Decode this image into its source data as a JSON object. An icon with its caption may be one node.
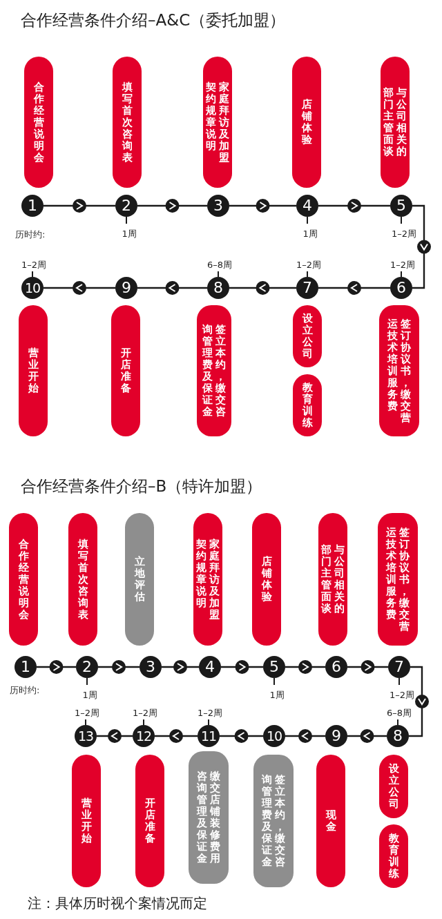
{
  "diagram": {
    "title": "合作经营条件介绍–A&C（委托加盟）",
    "nodes": [
      {
        "text": [
          "合作经营说明会"
        ]
      },
      {
        "text": [
          "填写首次咨询表"
        ]
      },
      {
        "text": [
          "家庭拜访及加盟契约规章说明"
        ]
      },
      {
        "text": [
          "店铺体验"
        ]
      },
      {
        "text": [
          "与公司相关的部门主管面谈"
        ]
      },
      {
        "text": [
          "1"
        ]
      },
      {
        "text": [
          "2"
        ],
        "beside": [
          "1周"
        ]
      },
      {
        "text": [
          "3"
        ]
      },
      {
        "text": [
          "4"
        ],
        "beside": [
          "1周"
        ]
      },
      {
        "text": [
          "5"
        ],
        "beside": [
          "1–2周"
        ]
      },
      {
        "text": [
          "10"
        ],
        "beside": [
          "1–2周"
        ]
      },
      {
        "text": [
          "9"
        ]
      },
      {
        "text": [
          "8"
        ],
        "beside": [
          "6–8周"
        ]
      },
      {
        "text": [
          "7"
        ],
        "beside": [
          "1–2周"
        ]
      },
      {
        "text": [
          "6"
        ],
        "beside": [
          "1–2周"
        ]
      },
      {
        "text": [
          "营业开始"
        ]
      },
      {
        "text": [
          "开店准备"
        ]
      },
      {
        "text": [
          "签立本约，缴交咨询管理费及保证金"
        ]
      },
      {
        "text": [
          "设立公司"
        ]
      },
      {
        "text": [
          "教育训练"
        ]
      },
      {
        "text": [
          "签订协议书，缴交营运技术培训服务费"
        ]
      },
      {
        "text": [
          "合作经营说明会"
        ]
      },
      {
        "text": [
          "填写首次咨询表"
        ]
      },
      {
        "text": [
          "立地评估"
        ]
      },
      {
        "text": [
          "家庭拜访及加盟契约规章说明"
        ]
      },
      {
        "text": [
          "店铺体验"
        ]
      },
      {
        "text": [
          "与公司相关的部门主管面谈"
        ]
      },
      {
        "text": [
          "签订协议书，缴交营运技术培训服务费"
        ]
      },
      {
        "text": [
          "1"
        ]
      },
      {
        "text": [
          "2"
        ],
        "beside": [
          "1周"
        ]
      },
      {
        "text": [
          "3"
        ]
      },
      {
        "text": [
          "4"
        ]
      },
      {
        "text": [
          "5"
        ],
        "beside": [
          "1周"
        ]
      },
      {
        "text": [
          "6"
        ]
      },
      {
        "text": [
          "7"
        ],
        "beside": [
          "1–2周"
        ]
      },
      {
        "text": [
          "13"
        ],
        "beside": [
          "1–2周"
        ]
      },
      {
        "text": [
          "12"
        ],
        "beside": [
          "1–2周"
        ]
      },
      {
        "text": [
          "11"
        ],
        "beside": [
          "1–2周"
        ]
      },
      {
        "text": [
          "10"
        ]
      },
      {
        "text": [
          "9"
        ]
      },
      {
        "text": [
          "8"
        ],
        "beside": [
          "6–8周"
        ]
      },
      {
        "text": [
          "营业开始"
        ]
      },
      {
        "text": [
          "开店准备"
        ]
      },
      {
        "text": [
          "缴交店铺装修费用咨询管理及保证金"
        ]
      },
      {
        "text": [
          "签立本约，缴交咨询管理费及保证金"
        ]
      },
      {
        "text": [
          "现金"
        ]
      },
      {
        "text": [
          "设立公司"
        ]
      },
      {
        "text": [
          "教育训练"
        ]
      }
    ],
    "edges": [
      {
        "from": 5,
        "to": 6,
        "arrow": "to"
      },
      {
        "from": 6,
        "to": 7,
        "arrow": "to"
      },
      {
        "from": 7,
        "to": 8,
        "arrow": "to"
      },
      {
        "from": 8,
        "to": 9,
        "arrow": "to"
      },
      {
        "from": 9,
        "to": 14,
        "arrow": "to"
      },
      {
        "from": 14,
        "to": 13,
        "arrow": "to"
      },
      {
        "from": 13,
        "to": 12,
        "arrow": "to"
      },
      {
        "from": 12,
        "to": 11,
        "arrow": "to"
      },
      {
        "from": 11,
        "to": 10,
        "arrow": "to"
      },
      {
        "from": 28,
        "to": 29,
        "arrow": "to"
      },
      {
        "from": 29,
        "to": 30,
        "arrow": "to"
      },
      {
        "from": 30,
        "to": 31,
        "arrow": "to"
      },
      {
        "from": 31,
        "to": 32,
        "arrow": "to"
      },
      {
        "from": 32,
        "to": 33,
        "arrow": "to"
      },
      {
        "from": 33,
        "to": 34,
        "arrow": "to"
      },
      {
        "from": 34,
        "to": 40,
        "arrow": "to"
      },
      {
        "from": 40,
        "to": 39,
        "arrow": "to"
      },
      {
        "from": 39,
        "to": 38,
        "arrow": "to"
      },
      {
        "from": 38,
        "to": 37,
        "arrow": "to"
      },
      {
        "from": 37,
        "to": 36,
        "arrow": "to"
      },
      {
        "from": 36,
        "to": 35,
        "arrow": "to"
      }
    ],
    "labels": [
      "历时约:",
      "合作经营条件介绍–B（特许加盟）",
      "历时约:"
    ],
    "caption": "注：具体历时视个案情况而定"
  }
}
